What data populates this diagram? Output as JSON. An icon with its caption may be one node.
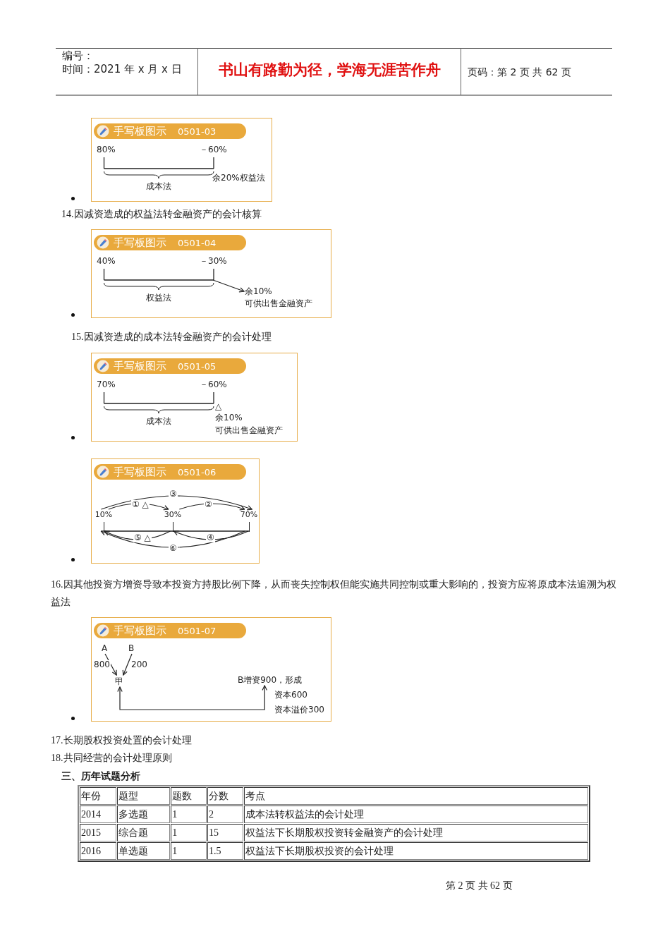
{
  "diagram": {
    "nodes": [
      {
        "text": [
          "80%",
          "－60%",
          "成本法",
          "余20%权益法"
        ]
      },
      {
        "text": [
          "手写板图示",
          "0501-03"
        ],
        "in": 0
      },
      {
        "text": [
          "40%",
          "－30%",
          "权益法"
        ]
      },
      {
        "text": [
          "手写板图示",
          "0501-04"
        ],
        "in": 2
      },
      {
        "text": [
          "余10%",
          "可供出售金融资产"
        ],
        "in": 2
      },
      {
        "text": [
          "70%",
          "－60%",
          "成本法",
          "△",
          "余10%",
          "可供出售金融资产"
        ]
      },
      {
        "text": [
          "手写板图示",
          "0501-05"
        ],
        "in": 5
      },
      {
        "text": [],
        "shape": "box"
      },
      {
        "text": [
          "手写板图示",
          "0501-06"
        ],
        "in": 7
      },
      {
        "text": [
          "10%"
        ],
        "in": 7
      },
      {
        "text": [
          "30%"
        ],
        "in": 7
      },
      {
        "text": [
          "70%"
        ],
        "in": 7
      },
      {
        "text": [],
        "shape": "box"
      },
      {
        "text": [
          "手写板图示",
          "0501-07"
        ],
        "in": 12
      },
      {
        "text": [
          "A"
        ],
        "in": 12
      },
      {
        "text": [
          "B"
        ],
        "in": 12
      },
      {
        "text": [
          "甲"
        ],
        "in": 12
      },
      {
        "text": [
          "B增资900，形成"
        ],
        "in": 12,
        "beside": [
          "资本600",
          "资本溢价300"
        ]
      }
    ],
    "edges": [
      {
        "from": null,
        "to": 4,
        "arrow": "to"
      },
      {
        "from": 9,
        "to": 10,
        "arrow": "to",
        "label": "① △"
      },
      {
        "from": 10,
        "to": 11,
        "arrow": "to",
        "label": "②"
      },
      {
        "from": 9,
        "to": 11,
        "arrow": "to",
        "label": "③"
      },
      {
        "from": 11,
        "to": 10,
        "arrow": "to",
        "label": "④"
      },
      {
        "from": 10,
        "to": 9,
        "arrow": "to",
        "label": "⑤ △"
      },
      {
        "from": 11,
        "to": 9,
        "arrow": "to",
        "label": "⑥"
      },
      {
        "from": 14,
        "to": 16,
        "arrow": "to",
        "label": "800"
      },
      {
        "from": 15,
        "to": 16,
        "arrow": "to",
        "label": "200"
      },
      {
        "from": 16,
        "to": 17,
        "arrow": "both"
      }
    ],
    "labels": [
      "编号：",
      "时间：2021 年 x 月 x 日",
      "书山有路勤为径，学海无涯苦作舟",
      "页码：第 2 页 共 62 页",
      "14.因减资造成的权益法转金融资产的会计核算",
      "15.因减资造成的成本法转金融资产的会计处理",
      "16.因其他投资方增资导致本投资方持股比例下降，从而丧失控制权但能实施共同控制或重大影响的，投资方应将原成本法追溯为权益法",
      "17.长期股权投资处置的会计处理",
      "18.共同经营的会计处理原则",
      "三、历年试题分析",
      "年份",
      "题型",
      "题数",
      "分数",
      "考点",
      "2014",
      "多选题",
      "1",
      "2",
      "成本法转权益法的会计处理",
      "2015",
      "综合题",
      "1",
      "15",
      "权益法下长期股权投资转金融资产的会计处理",
      "2016",
      "单选题",
      "1",
      "1.5",
      "权益法下长期股权投资的会计处理",
      "第 2 页 共 62 页"
    ]
  }
}
